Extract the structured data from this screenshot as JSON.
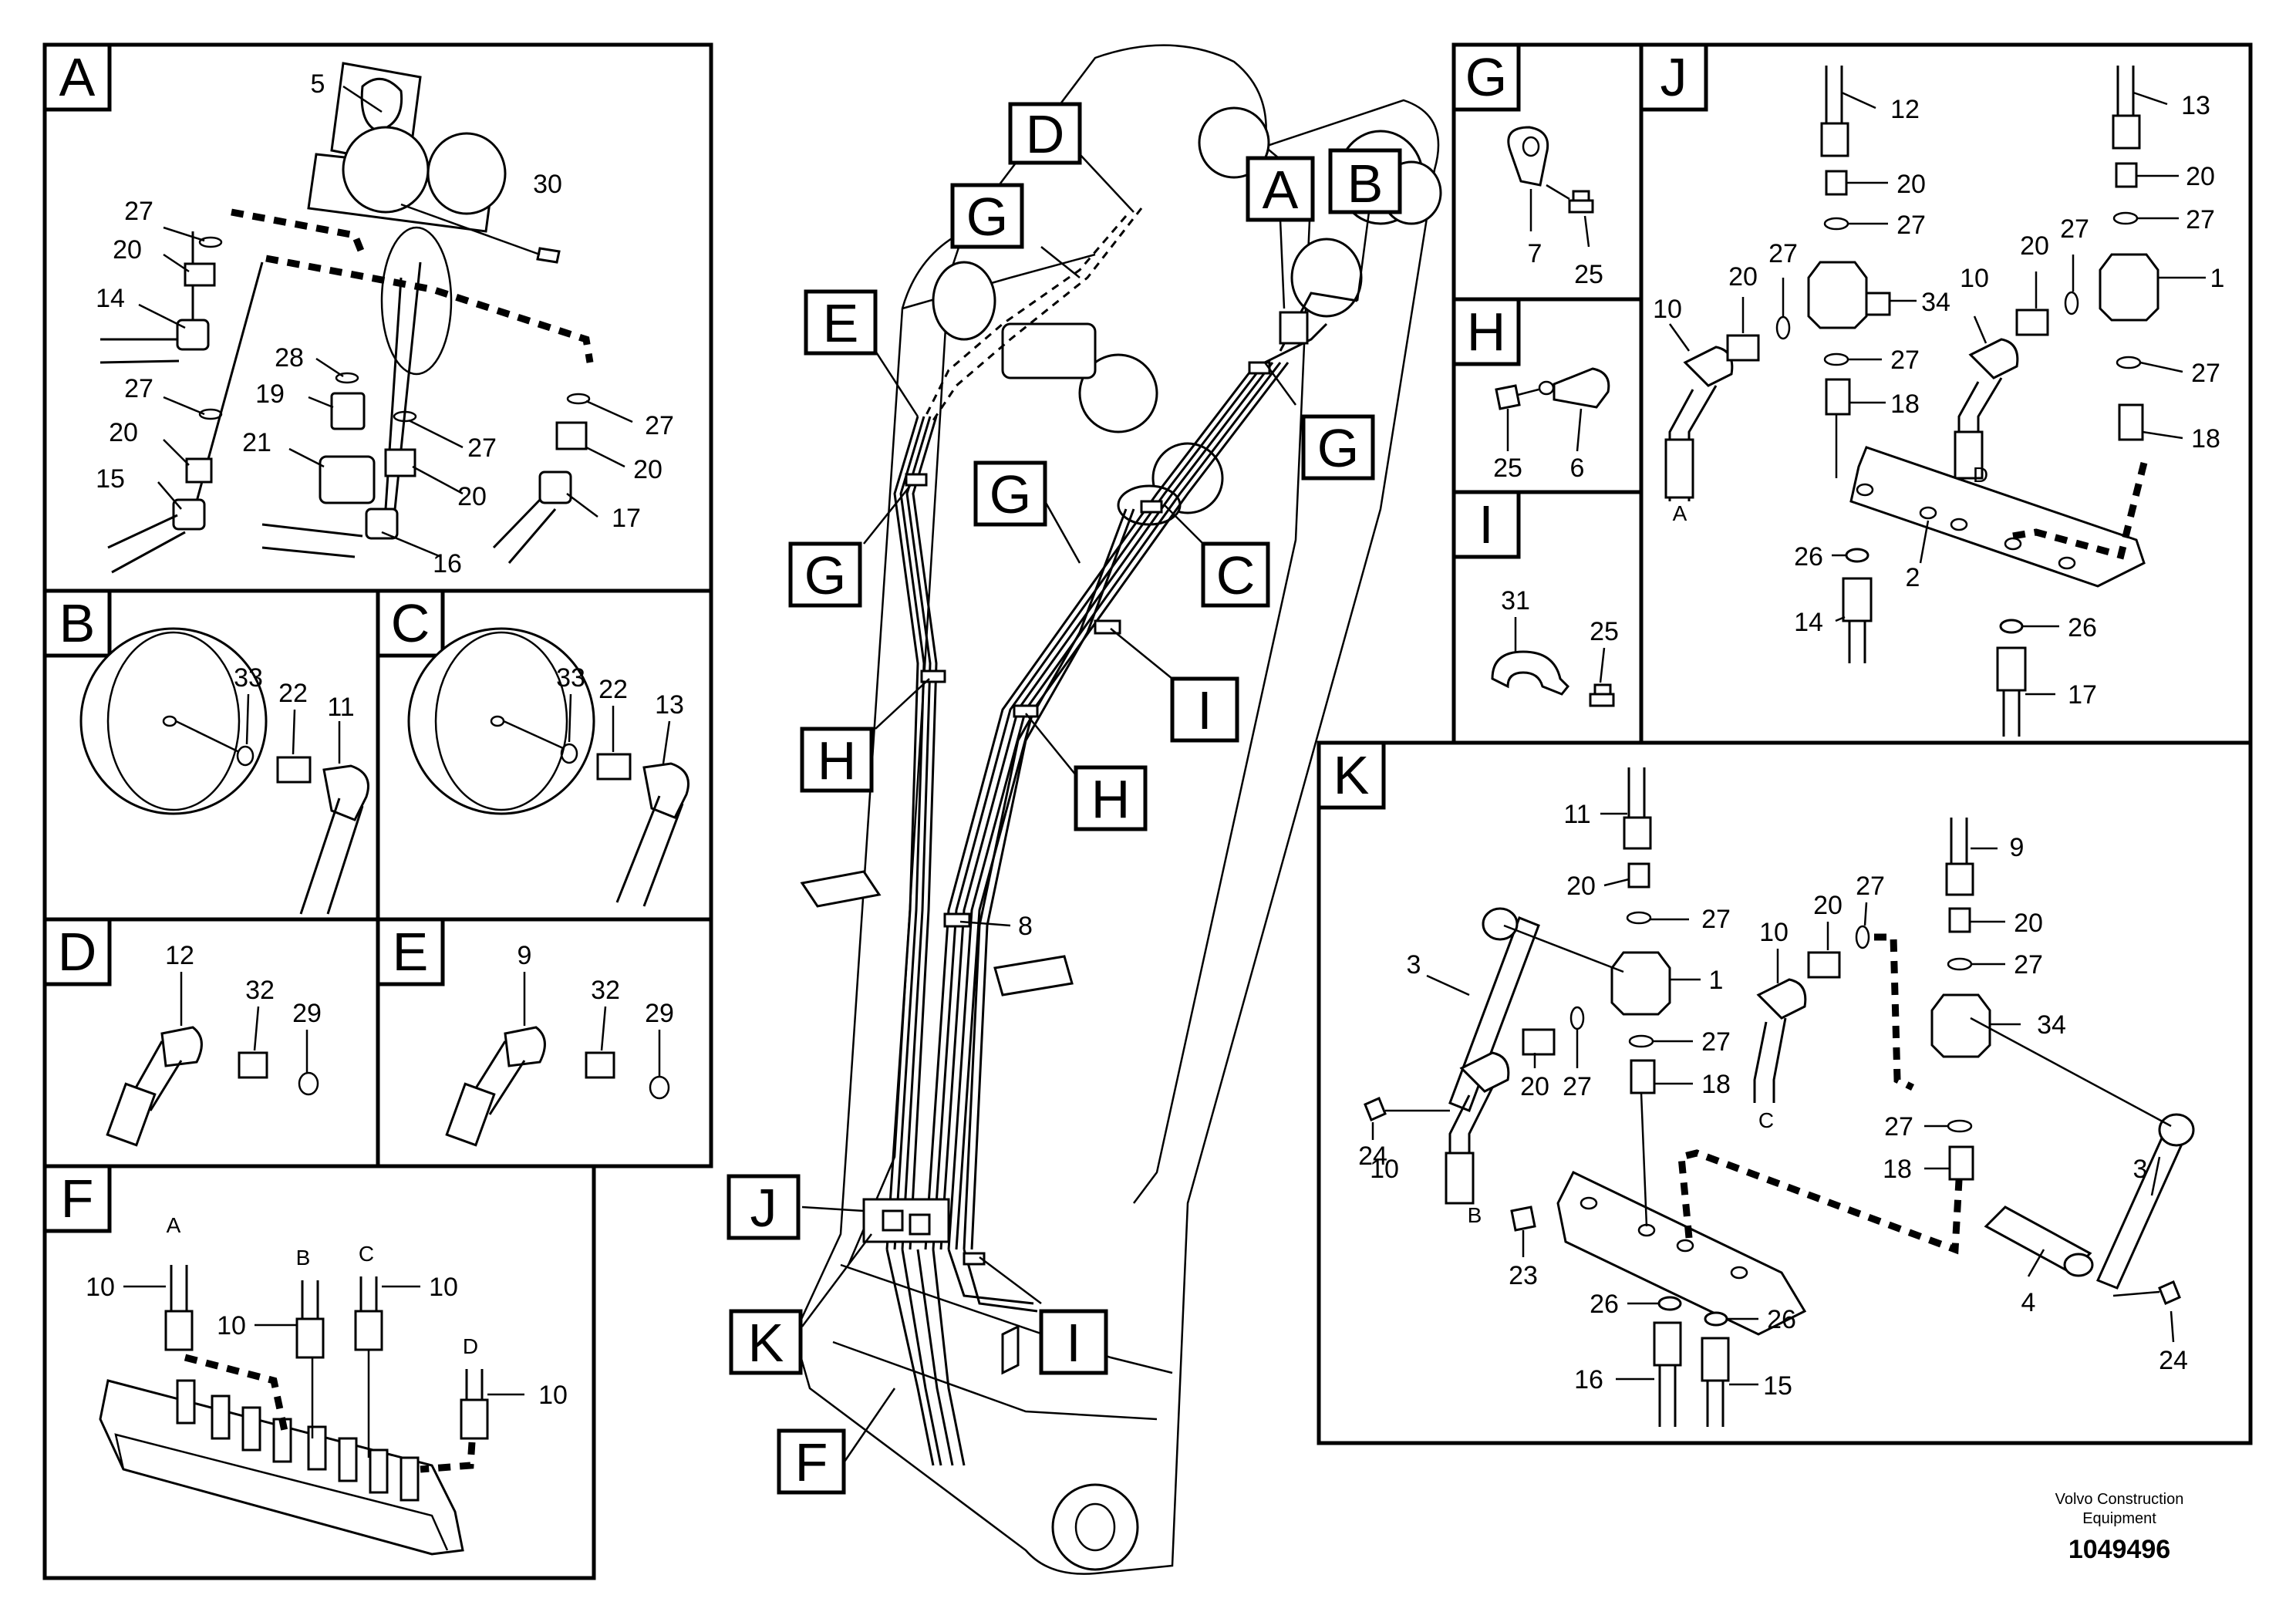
{
  "views": {
    "A": {
      "tag": "A",
      "callouts": [
        "5",
        "30",
        "27",
        "20",
        "14",
        "28",
        "19",
        "21",
        "27",
        "20",
        "15",
        "27",
        "20",
        "27",
        "20",
        "17",
        "16"
      ]
    },
    "B": {
      "tag": "B",
      "callouts": [
        "33",
        "22",
        "11"
      ]
    },
    "C": {
      "tag": "C",
      "callouts": [
        "33",
        "22",
        "13"
      ]
    },
    "D": {
      "tag": "D",
      "callouts": [
        "12",
        "32",
        "29"
      ]
    },
    "E": {
      "tag": "E",
      "callouts": [
        "9",
        "32",
        "29"
      ]
    },
    "F": {
      "tag": "F",
      "callouts": [
        "A",
        "10",
        "B",
        "10",
        "C",
        "10",
        "D",
        "10"
      ]
    },
    "G": {
      "tag": "G",
      "callouts": [
        "7",
        "25"
      ]
    },
    "H": {
      "tag": "H",
      "callouts": [
        "25",
        "6"
      ]
    },
    "I": {
      "tag": "I",
      "callouts": [
        "31",
        "25"
      ]
    },
    "J": {
      "tag": "J",
      "callouts": [
        "12",
        "20",
        "27",
        "13",
        "20",
        "27",
        "20",
        "27",
        "34",
        "10",
        "20",
        "27",
        "1",
        "10",
        "27",
        "18",
        "27",
        "18",
        "A",
        "D",
        "26",
        "2",
        "14",
        "26",
        "17"
      ]
    },
    "K": {
      "tag": "K",
      "callouts": [
        "11",
        "20",
        "27",
        "9",
        "3",
        "1",
        "10",
        "20",
        "27",
        "20",
        "27",
        "34",
        "24",
        "20",
        "27",
        "27",
        "18",
        "C",
        "27",
        "10",
        "B",
        "18",
        "3",
        "23",
        "26",
        "26",
        "4",
        "24",
        "16",
        "15"
      ]
    }
  },
  "main": {
    "tags": [
      "D",
      "A",
      "B",
      "G",
      "E",
      "G",
      "G",
      "G",
      "C",
      "I",
      "H",
      "H",
      "J",
      "K",
      "I",
      "F"
    ],
    "callouts": [
      "8"
    ]
  },
  "footer": {
    "company": "Volvo Construction",
    "company2": "Equipment",
    "doc_number": "1049496"
  }
}
